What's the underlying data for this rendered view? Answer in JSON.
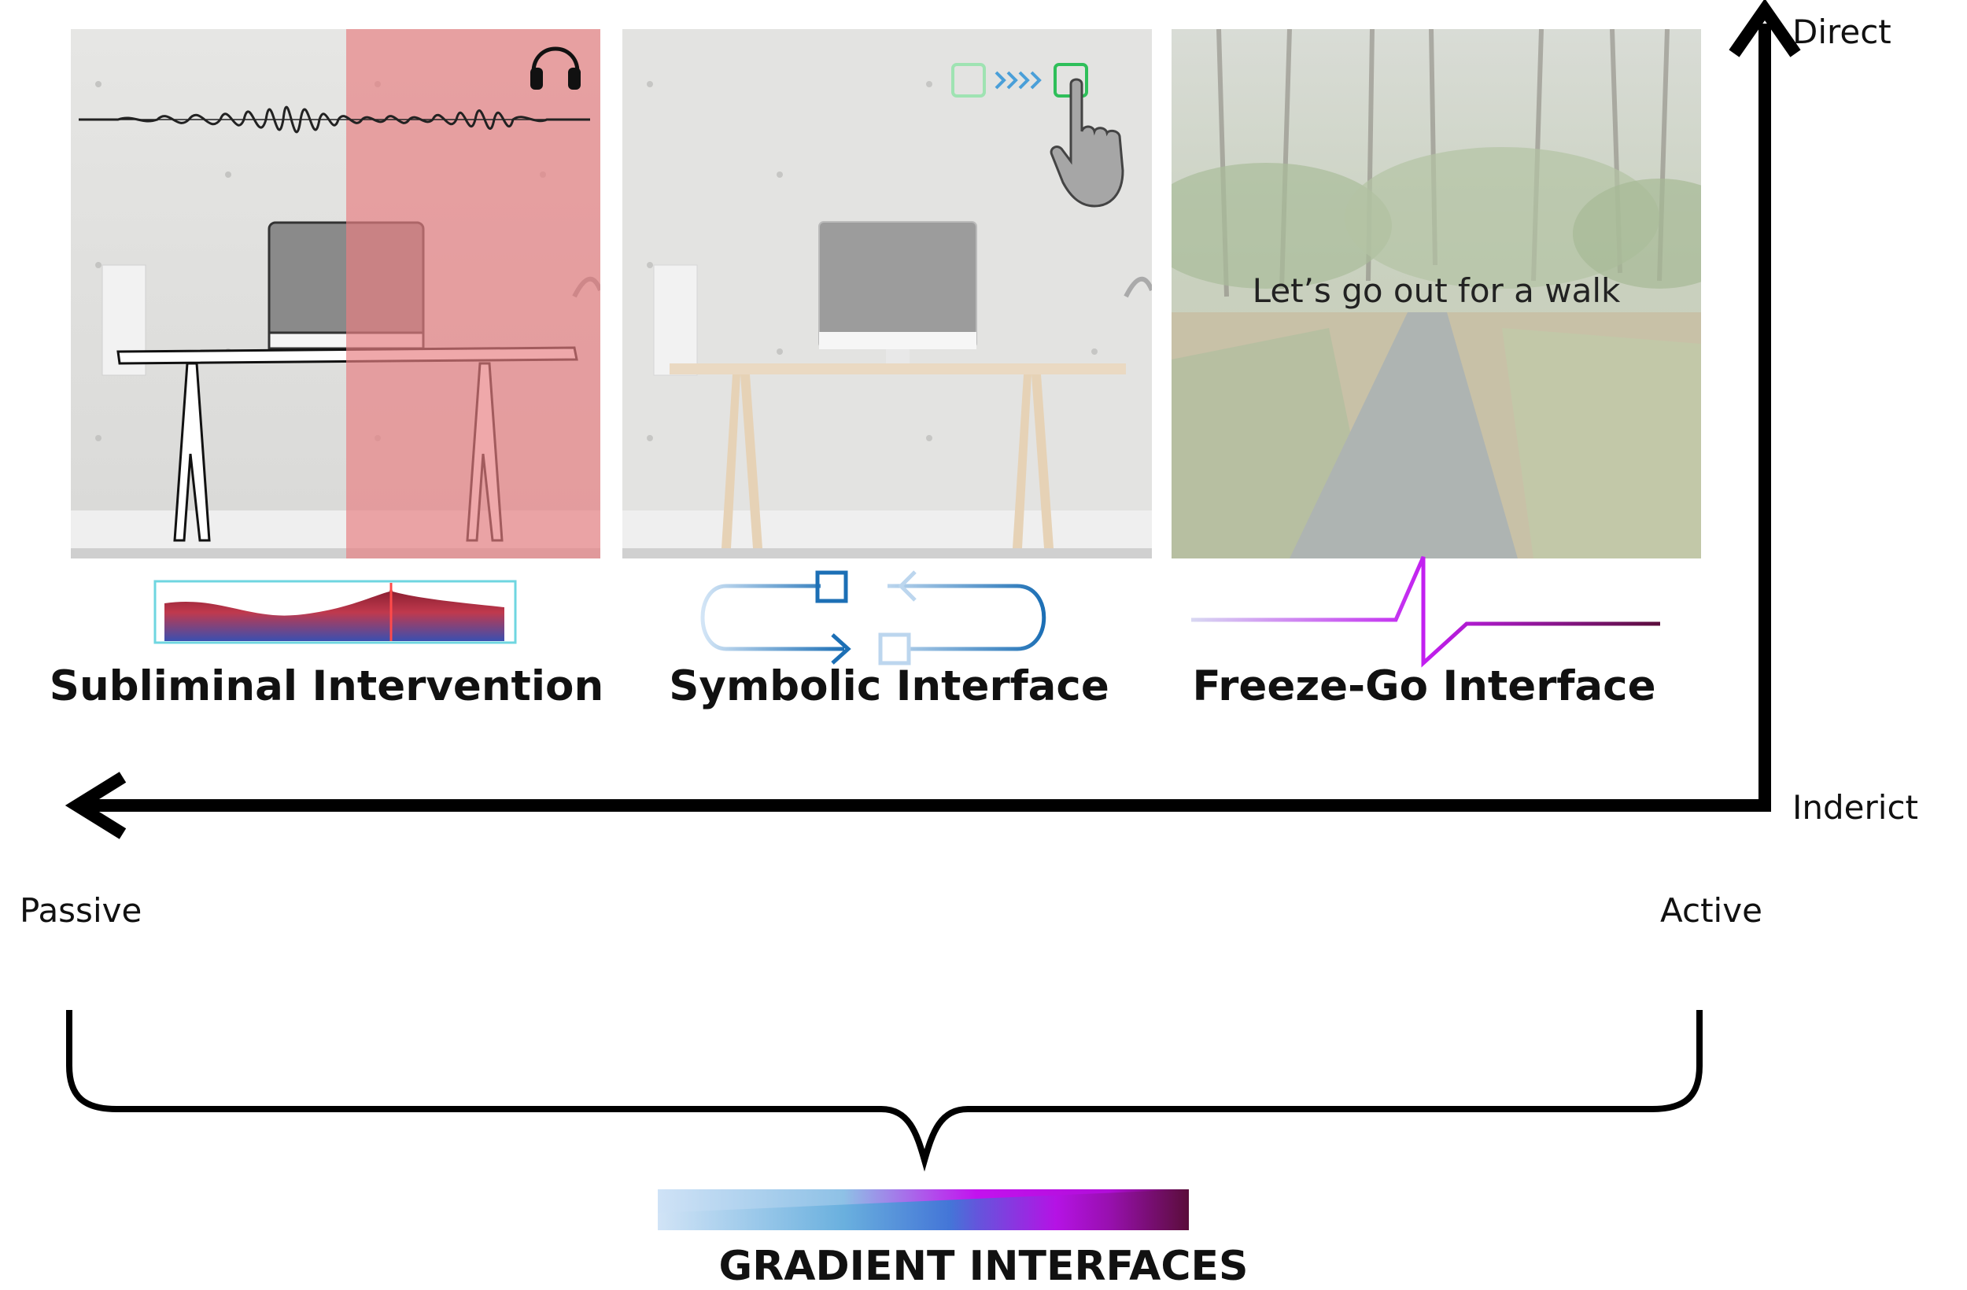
{
  "panels": [
    {
      "title": "Subliminal Intervention",
      "icon": "headphones-icon"
    },
    {
      "title": "Symbolic Interface",
      "icon": "hand-pointer-icon"
    },
    {
      "title": "Freeze-Go Interface",
      "caption": "Let’s go out for a walk"
    }
  ],
  "axes": {
    "vertical_top": "Direct",
    "vertical_bottom": "Inderict",
    "horizontal_left": "Passive",
    "horizontal_right": "Active"
  },
  "gradient_label": "GRADIENT INTERFACES",
  "colors": {
    "overlay_red": "#e77f82",
    "symbolic_blue": "#1c6fb5",
    "symbolic_light": "#bcd6ee",
    "freeze_purple": "#c21ef0",
    "gradient_start": "#cfe2f6",
    "gradient_mid": "#c312ee",
    "gradient_end": "#5a0d3a"
  }
}
